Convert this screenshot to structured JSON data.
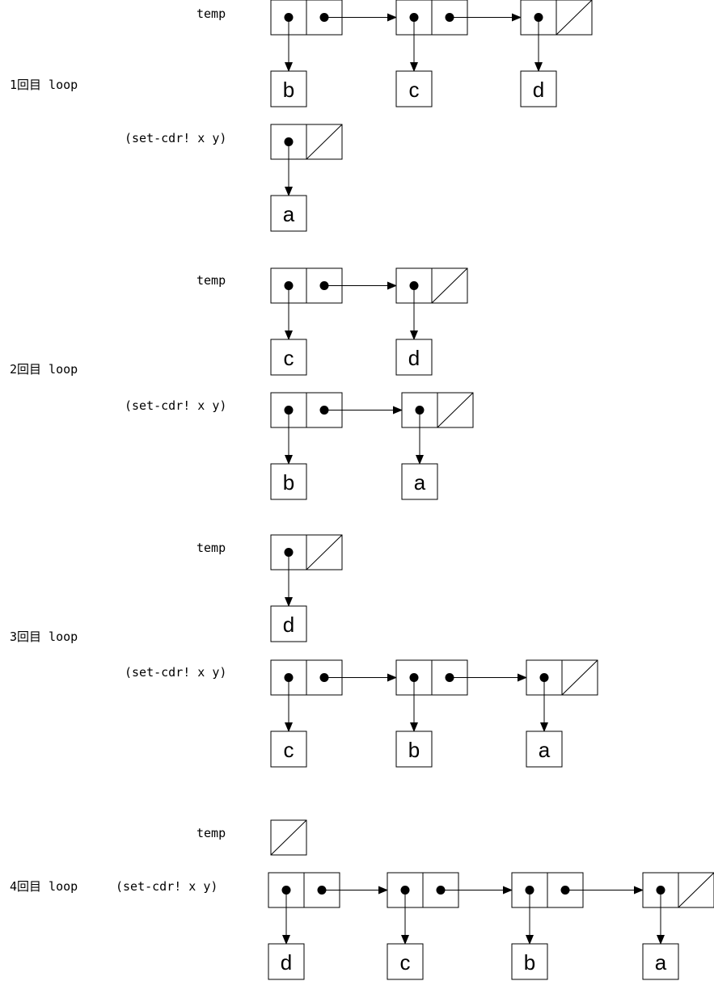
{
  "labels": {
    "temp": "temp",
    "set_cdr": "(set-cdr! x y)",
    "loop1": "1回目 loop",
    "loop2": "2回目 loop",
    "loop3": "3回目 loop",
    "loop4": "4回目 loop"
  },
  "lists": {
    "l1_temp": [
      "b",
      "c",
      "d"
    ],
    "l1_set": [
      "a"
    ],
    "l2_temp": [
      "c",
      "d"
    ],
    "l2_set": [
      "b",
      "a"
    ],
    "l3_temp": [
      "d"
    ],
    "l3_set": [
      "c",
      "b",
      "a"
    ],
    "l4_temp": [],
    "l4_set": [
      "d",
      "c",
      "b",
      "a"
    ]
  }
}
